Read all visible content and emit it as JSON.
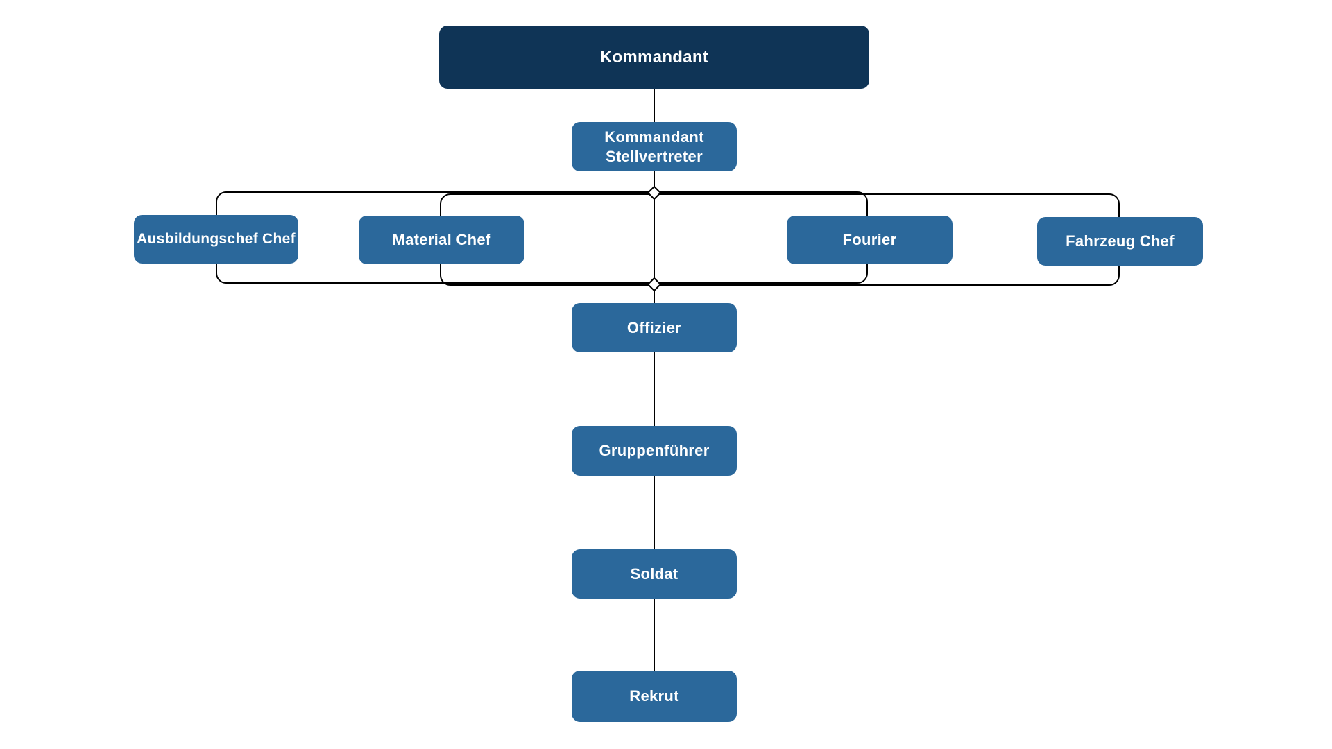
{
  "diagram": {
    "type": "org-chart",
    "background": "#ffffff",
    "colors": {
      "root_fill": "#0f3456",
      "node_fill": "#2b689b",
      "connector": "#000000",
      "text": "#ffffff"
    },
    "nodes": [
      {
        "id": "kommandant",
        "label": "Kommandant",
        "level": 1
      },
      {
        "id": "kommandant-stellvertreter",
        "label": "Kommandant Stellvertreter",
        "level": 2
      },
      {
        "id": "ausbildungschef-chef",
        "label": "Ausbildungschef Chef",
        "level": 3
      },
      {
        "id": "material-chef",
        "label": "Material Chef",
        "level": 3
      },
      {
        "id": "fourier",
        "label": "Fourier",
        "level": 3
      },
      {
        "id": "fahrzeug-chef",
        "label": "Fahrzeug Chef",
        "level": 3
      },
      {
        "id": "offizier",
        "label": "Offizier",
        "level": 4
      },
      {
        "id": "gruppenfuehrer",
        "label": "Gruppenführer",
        "level": 5
      },
      {
        "id": "soldat",
        "label": "Soldat",
        "level": 6
      },
      {
        "id": "rekrut",
        "label": "Rekrut",
        "level": 7
      }
    ],
    "edges": [
      {
        "from": "kommandant",
        "to": "kommandant-stellvertreter"
      },
      {
        "from": "kommandant-stellvertreter",
        "to": "ausbildungschef-chef"
      },
      {
        "from": "kommandant-stellvertreter",
        "to": "material-chef"
      },
      {
        "from": "kommandant-stellvertreter",
        "to": "fourier"
      },
      {
        "from": "kommandant-stellvertreter",
        "to": "fahrzeug-chef"
      },
      {
        "from": "kommandant-stellvertreter",
        "to": "offizier"
      },
      {
        "from": "offizier",
        "to": "gruppenfuehrer"
      },
      {
        "from": "gruppenfuehrer",
        "to": "soldat"
      },
      {
        "from": "soldat",
        "to": "rekrut"
      }
    ]
  }
}
